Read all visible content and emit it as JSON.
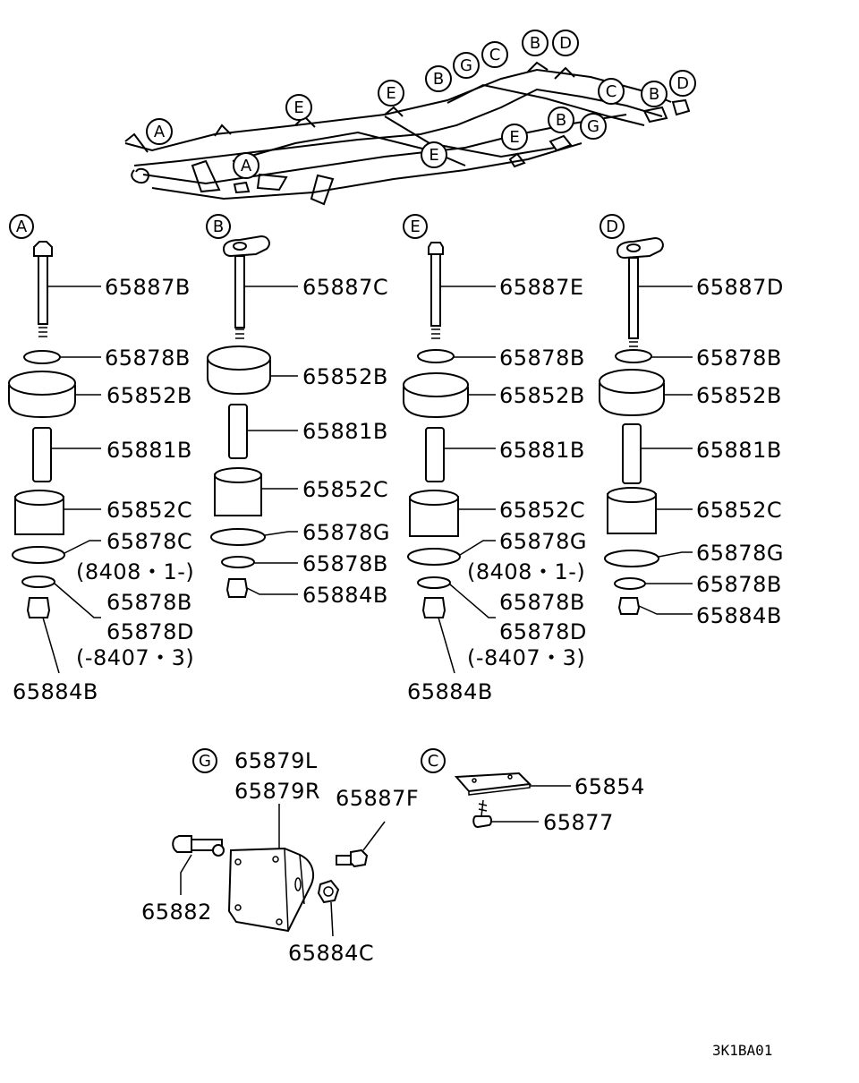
{
  "frame_markers": [
    "A",
    "E",
    "E",
    "B",
    "G",
    "C",
    "B",
    "D",
    "C",
    "B",
    "D",
    "B",
    "G",
    "E",
    "E",
    "A"
  ],
  "groups": {
    "A": {
      "letter": "A",
      "parts": [
        "65887B",
        "65878B",
        "65852B",
        "65881B",
        "65852C",
        "65878C",
        "(8408・1-)",
        "65878B",
        "65878D",
        "(-8407・3)",
        "65884B"
      ]
    },
    "B": {
      "letter": "B",
      "parts": [
        "65887C",
        "65852B",
        "65881B",
        "65852C",
        "65878G",
        "65878B",
        "65884B"
      ]
    },
    "E": {
      "letter": "E",
      "parts": [
        "65887E",
        "65878B",
        "65852B",
        "65881B",
        "65852C",
        "65878G",
        "(8408・1-)",
        "65878B",
        "65878D",
        "(-8407・3)",
        "65884B"
      ]
    },
    "D": {
      "letter": "D",
      "parts": [
        "65887D",
        "65878B",
        "65852B",
        "65881B",
        "65852C",
        "65878G",
        "65878B",
        "65884B"
      ]
    },
    "G": {
      "letter": "G",
      "parts": [
        "65879L",
        "65879R",
        "65887F",
        "65882",
        "65884C"
      ]
    },
    "C": {
      "letter": "C",
      "parts": [
        "65854",
        "65877"
      ]
    }
  },
  "diagram_code": "3K1BA01"
}
